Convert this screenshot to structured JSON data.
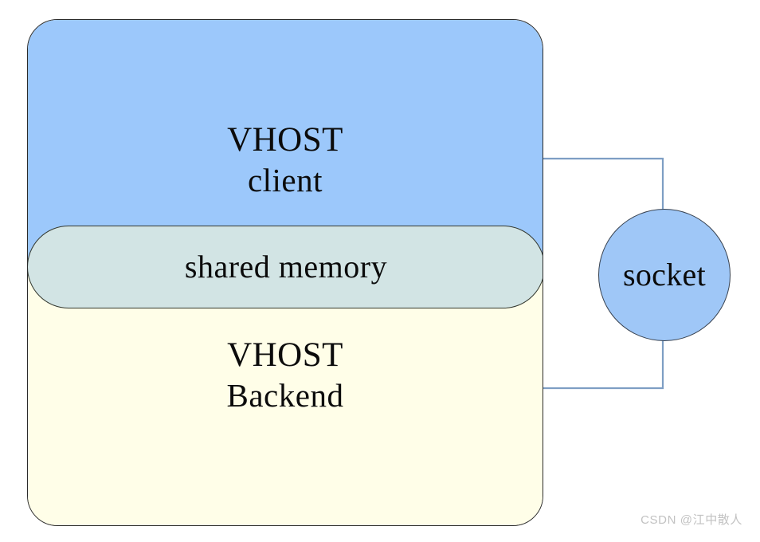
{
  "diagram": {
    "type": "block-diagram",
    "background_color": "#ffffff",
    "nodes": {
      "vhost_client": {
        "label_line1": "VHOST",
        "label_line2": "client",
        "fill_color": "#9cc8fb",
        "border_color": "#2b2b2b",
        "shape": "rounded-rectangle-top-band"
      },
      "shared_memory": {
        "label": "shared memory",
        "fill_color": "#d2e4e4",
        "border_color": "#33382f",
        "shape": "stadium"
      },
      "vhost_backend": {
        "label_line1": "VHOST",
        "label_line2": "Backend",
        "fill_color": "#fffee8",
        "border_color": "#2b2b2b",
        "shape": "rounded-rectangle-bottom-band"
      },
      "socket": {
        "label": "socket",
        "fill_color": "#9fc7f7",
        "border_color": "#384250",
        "shape": "circle"
      }
    },
    "connectors": {
      "line_color": "#7e9ec4",
      "top_path": "client right edge -> right -> down to socket top",
      "bottom_path": "backend right edge -> right -> up to socket bottom"
    }
  },
  "watermark": {
    "text": "CSDN @江中散人",
    "color": "#c2c2c2"
  }
}
